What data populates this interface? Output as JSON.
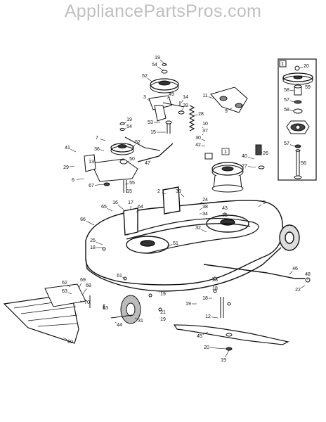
{
  "watermark": "AppliancePartsPros.com",
  "callout_1": "1",
  "inset_label": "1",
  "labels": [
    {
      "id": "p19a",
      "text": "19"
    },
    {
      "id": "p54a",
      "text": "54"
    },
    {
      "id": "p52a",
      "text": "52"
    },
    {
      "id": "p3",
      "text": "3"
    },
    {
      "id": "p49",
      "text": "49"
    },
    {
      "id": "p14",
      "text": "14"
    },
    {
      "id": "p39",
      "text": "39"
    },
    {
      "id": "p11",
      "text": "11"
    },
    {
      "id": "p9",
      "text": "9"
    },
    {
      "id": "p28",
      "text": "28"
    },
    {
      "id": "p53",
      "text": "53"
    },
    {
      "id": "p15a",
      "text": "15"
    },
    {
      "id": "p19b",
      "text": "19"
    },
    {
      "id": "p54b",
      "text": "54"
    },
    {
      "id": "p10",
      "text": "10"
    },
    {
      "id": "p37",
      "text": "37"
    },
    {
      "id": "p30",
      "text": "30"
    },
    {
      "id": "p42",
      "text": "42"
    },
    {
      "id": "p7",
      "text": "7"
    },
    {
      "id": "p36",
      "text": "36"
    },
    {
      "id": "p41",
      "text": "41"
    },
    {
      "id": "p13",
      "text": "13"
    },
    {
      "id": "p29",
      "text": "29"
    },
    {
      "id": "p52b",
      "text": "52"
    },
    {
      "id": "p47",
      "text": "47"
    },
    {
      "id": "p50",
      "text": "50"
    },
    {
      "id": "p40",
      "text": "40"
    },
    {
      "id": "p26",
      "text": "26"
    },
    {
      "id": "p27",
      "text": "27"
    },
    {
      "id": "p6",
      "text": "6"
    },
    {
      "id": "p67",
      "text": "67"
    },
    {
      "id": "p55",
      "text": "55"
    },
    {
      "id": "p15b",
      "text": "15"
    },
    {
      "id": "p2",
      "text": "2"
    },
    {
      "id": "p33",
      "text": "33"
    },
    {
      "id": "p24",
      "text": "24"
    },
    {
      "id": "p38",
      "text": "38"
    },
    {
      "id": "p34",
      "text": "34"
    },
    {
      "id": "p5",
      "text": "5"
    },
    {
      "id": "p16",
      "text": "16"
    },
    {
      "id": "p17",
      "text": "17"
    },
    {
      "id": "p65",
      "text": "65"
    },
    {
      "id": "p64",
      "text": "64"
    },
    {
      "id": "p43",
      "text": "43"
    },
    {
      "id": "p35",
      "text": "35"
    },
    {
      "id": "p66",
      "text": "66"
    },
    {
      "id": "p32",
      "text": "32"
    },
    {
      "id": "p25",
      "text": "25"
    },
    {
      "id": "p18a",
      "text": "18"
    },
    {
      "id": "p51",
      "text": "51"
    },
    {
      "id": "p46",
      "text": "46"
    },
    {
      "id": "p48",
      "text": "48"
    },
    {
      "id": "p22",
      "text": "22"
    },
    {
      "id": "p61",
      "text": "61"
    },
    {
      "id": "p23",
      "text": "23"
    },
    {
      "id": "p18b",
      "text": "18"
    },
    {
      "id": "p62",
      "text": "62"
    },
    {
      "id": "p69",
      "text": "69"
    },
    {
      "id": "p68",
      "text": "68"
    },
    {
      "id": "p63a",
      "text": "63"
    },
    {
      "id": "p70",
      "text": "70"
    },
    {
      "id": "p19c",
      "text": "19"
    },
    {
      "id": "p63b",
      "text": "63"
    },
    {
      "id": "p19d",
      "text": "19"
    },
    {
      "id": "p18c",
      "text": "18"
    },
    {
      "id": "p21",
      "text": "21"
    },
    {
      "id": "p12",
      "text": "12"
    },
    {
      "id": "p19e",
      "text": "19"
    },
    {
      "id": "p44",
      "text": "44"
    },
    {
      "id": "p31",
      "text": "31"
    },
    {
      "id": "p60",
      "text": "60"
    },
    {
      "id": "p45",
      "text": "45"
    },
    {
      "id": "p20a",
      "text": "20"
    },
    {
      "id": "p19f",
      "text": "19"
    },
    {
      "id": "i20",
      "text": "20"
    },
    {
      "id": "i59",
      "text": "59"
    },
    {
      "id": "i58a",
      "text": "58"
    },
    {
      "id": "i57a",
      "text": "57"
    },
    {
      "id": "i58b",
      "text": "58"
    },
    {
      "id": "i57b",
      "text": "57"
    },
    {
      "id": "i56",
      "text": "56"
    }
  ]
}
